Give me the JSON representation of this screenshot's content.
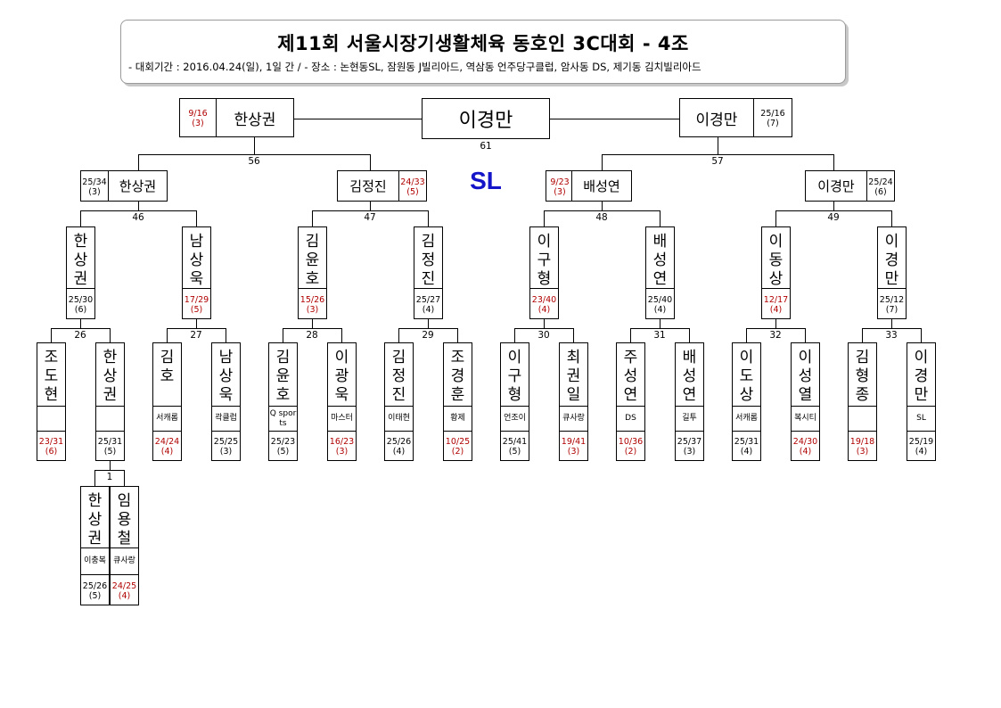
{
  "header": {
    "title": "제11회 서울시장기생활체육 동호인 3C대회 - 4조",
    "subtitle": "- 대회기간 : 2016.04.24(일), 1일 간 / - 장소 : 논현동SL, 잠원동 J빌리아드, 역삼동 언주당구클럽, 암사동 DS, 제기동 김치빌리아드"
  },
  "venue_label": "SL",
  "champion": "이경만",
  "final": {
    "match_no": "61",
    "left": {
      "name": "한상권",
      "score": "9/16",
      "inn": "(3)",
      "red": true
    },
    "right": {
      "name": "이경만",
      "score": "25/16",
      "inn": "(7)",
      "red": false
    }
  },
  "semis": [
    {
      "match_no": "56",
      "left": {
        "name": "한상권",
        "score": "25/34",
        "inn": "(3)",
        "red": false
      },
      "right": {
        "name": "김정진",
        "score": "24/33",
        "inn": "(5)",
        "red": true
      }
    },
    {
      "match_no": "57",
      "left": {
        "name": "배성연",
        "score": "9/23",
        "inn": "(3)",
        "red": true
      },
      "right": {
        "name": "이경만",
        "score": "25/24",
        "inn": "(6)",
        "red": false
      }
    }
  ],
  "quarters": [
    {
      "match_no": "46"
    },
    {
      "match_no": "47"
    },
    {
      "match_no": "48"
    },
    {
      "match_no": "49"
    }
  ],
  "round16": [
    {
      "name": "한상권",
      "score": "25/30",
      "inn": "(6)",
      "red": false
    },
    {
      "name": "남상욱",
      "score": "17/29",
      "inn": "(5)",
      "red": true
    },
    {
      "name": "김윤호",
      "score": "15/26",
      "inn": "(3)",
      "red": true
    },
    {
      "name": "김정진",
      "score": "25/27",
      "inn": "(4)",
      "red": false
    },
    {
      "name": "이구형",
      "score": "23/40",
      "inn": "(4)",
      "red": true
    },
    {
      "name": "배성연",
      "score": "25/40",
      "inn": "(4)",
      "red": false
    },
    {
      "name": "이동상",
      "score": "12/17",
      "inn": "(4)",
      "red": true
    },
    {
      "name": "이경만",
      "score": "25/12",
      "inn": "(7)",
      "red": false
    }
  ],
  "first_round": [
    {
      "match_no": "26",
      "left": {
        "name": "조도현",
        "affil": "",
        "score": "23/31",
        "inn": "(6)",
        "red": true
      },
      "right": {
        "name": "한상권",
        "affil": "",
        "score": "25/31",
        "inn": "(5)",
        "red": false
      }
    },
    {
      "match_no": "27",
      "left": {
        "name": "김　호",
        "affil": "서캐롬",
        "score": "24/24",
        "inn": "(4)",
        "red": true
      },
      "right": {
        "name": "남상욱",
        "affil": "곽클럽",
        "score": "25/25",
        "inn": "(3)",
        "red": false
      }
    },
    {
      "match_no": "28",
      "left": {
        "name": "김윤호",
        "affil": "Q sports",
        "score": "25/23",
        "inn": "(5)",
        "red": false
      },
      "right": {
        "name": "이광욱",
        "affil": "마스터",
        "score": "16/23",
        "inn": "(3)",
        "red": true
      }
    },
    {
      "match_no": "29",
      "left": {
        "name": "김정진",
        "affil": "이태현",
        "score": "25/26",
        "inn": "(4)",
        "red": false
      },
      "right": {
        "name": "조경훈",
        "affil": "황제",
        "score": "10/25",
        "inn": "(2)",
        "red": true
      }
    },
    {
      "match_no": "30",
      "left": {
        "name": "이구형",
        "affil": "언조이",
        "score": "25/41",
        "inn": "(5)",
        "red": false
      },
      "right": {
        "name": "최권일",
        "affil": "큐사랑",
        "score": "19/41",
        "inn": "(3)",
        "red": true
      }
    },
    {
      "match_no": "31",
      "left": {
        "name": "주성연",
        "affil": "DS",
        "score": "10/36",
        "inn": "(2)",
        "red": true
      },
      "right": {
        "name": "배성연",
        "affil": "길투",
        "score": "25/37",
        "inn": "(3)",
        "red": false
      }
    },
    {
      "match_no": "32",
      "left": {
        "name": "이도상",
        "affil": "서캐롬",
        "score": "25/31",
        "inn": "(4)",
        "red": false
      },
      "right": {
        "name": "이성열",
        "affil": "복시티",
        "score": "24/30",
        "inn": "(4)",
        "red": true
      }
    },
    {
      "match_no": "33",
      "left": {
        "name": "김형종",
        "affil": "",
        "score": "19/18",
        "inn": "(3)",
        "red": true
      },
      "right": {
        "name": "이경만",
        "affil": "SL",
        "score": "25/19",
        "inn": "(4)",
        "red": false
      }
    }
  ],
  "prelim": {
    "match_no": "1",
    "left": {
      "name": "한상권",
      "affil": "이충복",
      "score": "25/26",
      "inn": "(5)",
      "red": false
    },
    "right": {
      "name": "임용철",
      "affil": "큐사랑",
      "score": "24/25",
      "inn": "(4)",
      "red": true
    }
  }
}
